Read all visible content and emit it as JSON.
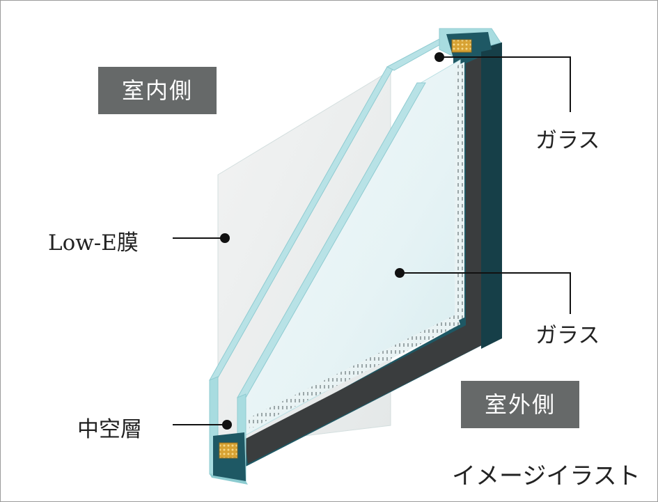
{
  "labels": {
    "indoor": "室内側",
    "outdoor": "室外側",
    "glass_top": "ガラス",
    "glass_mid": "ガラス",
    "lowe_film": "Low-E膜",
    "air_layer": "中空層",
    "note": "イメージイラスト"
  },
  "colors": {
    "tag_bg": "#666969",
    "glass_edge": "#a8dce0",
    "frame_dark": "#1f5a66",
    "spacer": "#3b3f40",
    "desiccant": "#e0b23a"
  }
}
